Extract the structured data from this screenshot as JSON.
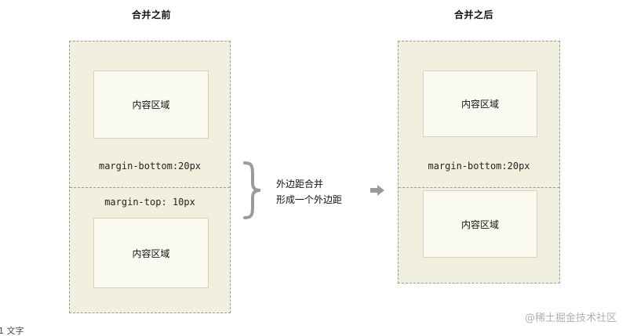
{
  "titles": {
    "before": "合并之前",
    "after": "合并之后"
  },
  "content_area_label": "内容区域",
  "margins": {
    "bottom": "margin-bottom:20px",
    "top": "margin-top: 10px"
  },
  "note": {
    "line1": "外边距合并",
    "line2": "形成一个外边距"
  },
  "watermark": "@稀土掘金技术社区",
  "corner_text": "1 文字",
  "colors": {
    "outer_fill": "#f1f0df",
    "inner_fill": "#fbfaf1",
    "dash_border": "#9a9a9a",
    "brace_arrow": "#9b9b9b"
  }
}
